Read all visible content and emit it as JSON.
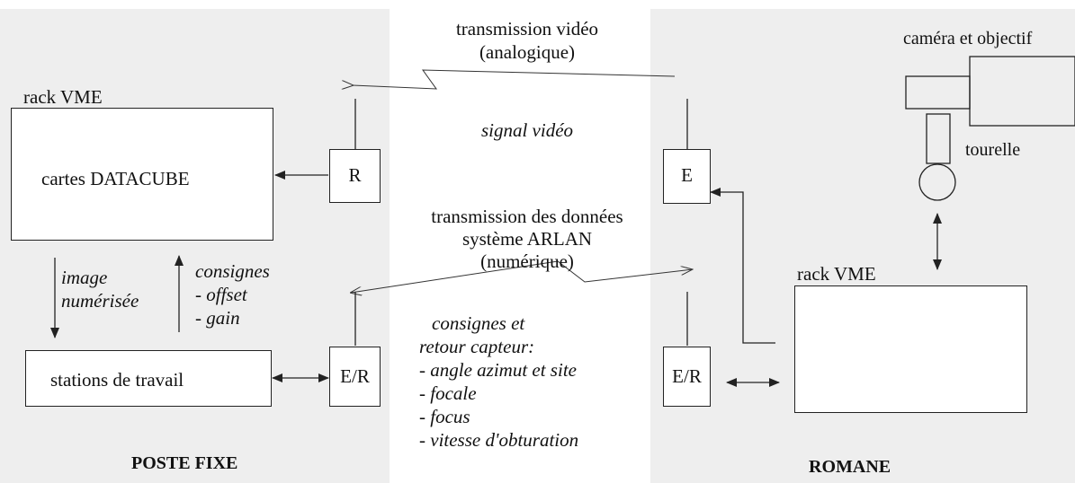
{
  "poste_fixe": {
    "title": "POSTE FIXE",
    "rack_label": "rack VME",
    "datacube_label": "cartes DATACUBE",
    "stations_label": "stations de travail",
    "receiver_label": "R",
    "transceiver_label": "E/R",
    "image_label_1": "image",
    "image_label_2": "numérisée",
    "consignes_1": "consignes",
    "consignes_2": "- offset",
    "consignes_3": "- gain"
  },
  "middle": {
    "tx_video_1": "transmission vidéo",
    "tx_video_2": "(analogique)",
    "signal_video": "signal vidéo",
    "tx_data_1": "transmission des données",
    "tx_data_2": "système ARLAN",
    "tx_data_3": "(numérique)",
    "feedback_1": "consignes et",
    "feedback_2": "retour capteur:",
    "feedback_3": "- angle azimut et site",
    "feedback_4": "- focale",
    "feedback_5": "- focus",
    "feedback_6": "- vitesse d'obturation"
  },
  "romane": {
    "title": "ROMANE",
    "camera_label": "caméra et objectif",
    "turret_label": "tourelle",
    "rack_label": "rack VME",
    "emitter_label": "E",
    "transceiver_label": "E/R"
  },
  "colors": {
    "panel": "#eeeeee",
    "ink": "#222222",
    "turret_fill": "#bdbdbd"
  }
}
